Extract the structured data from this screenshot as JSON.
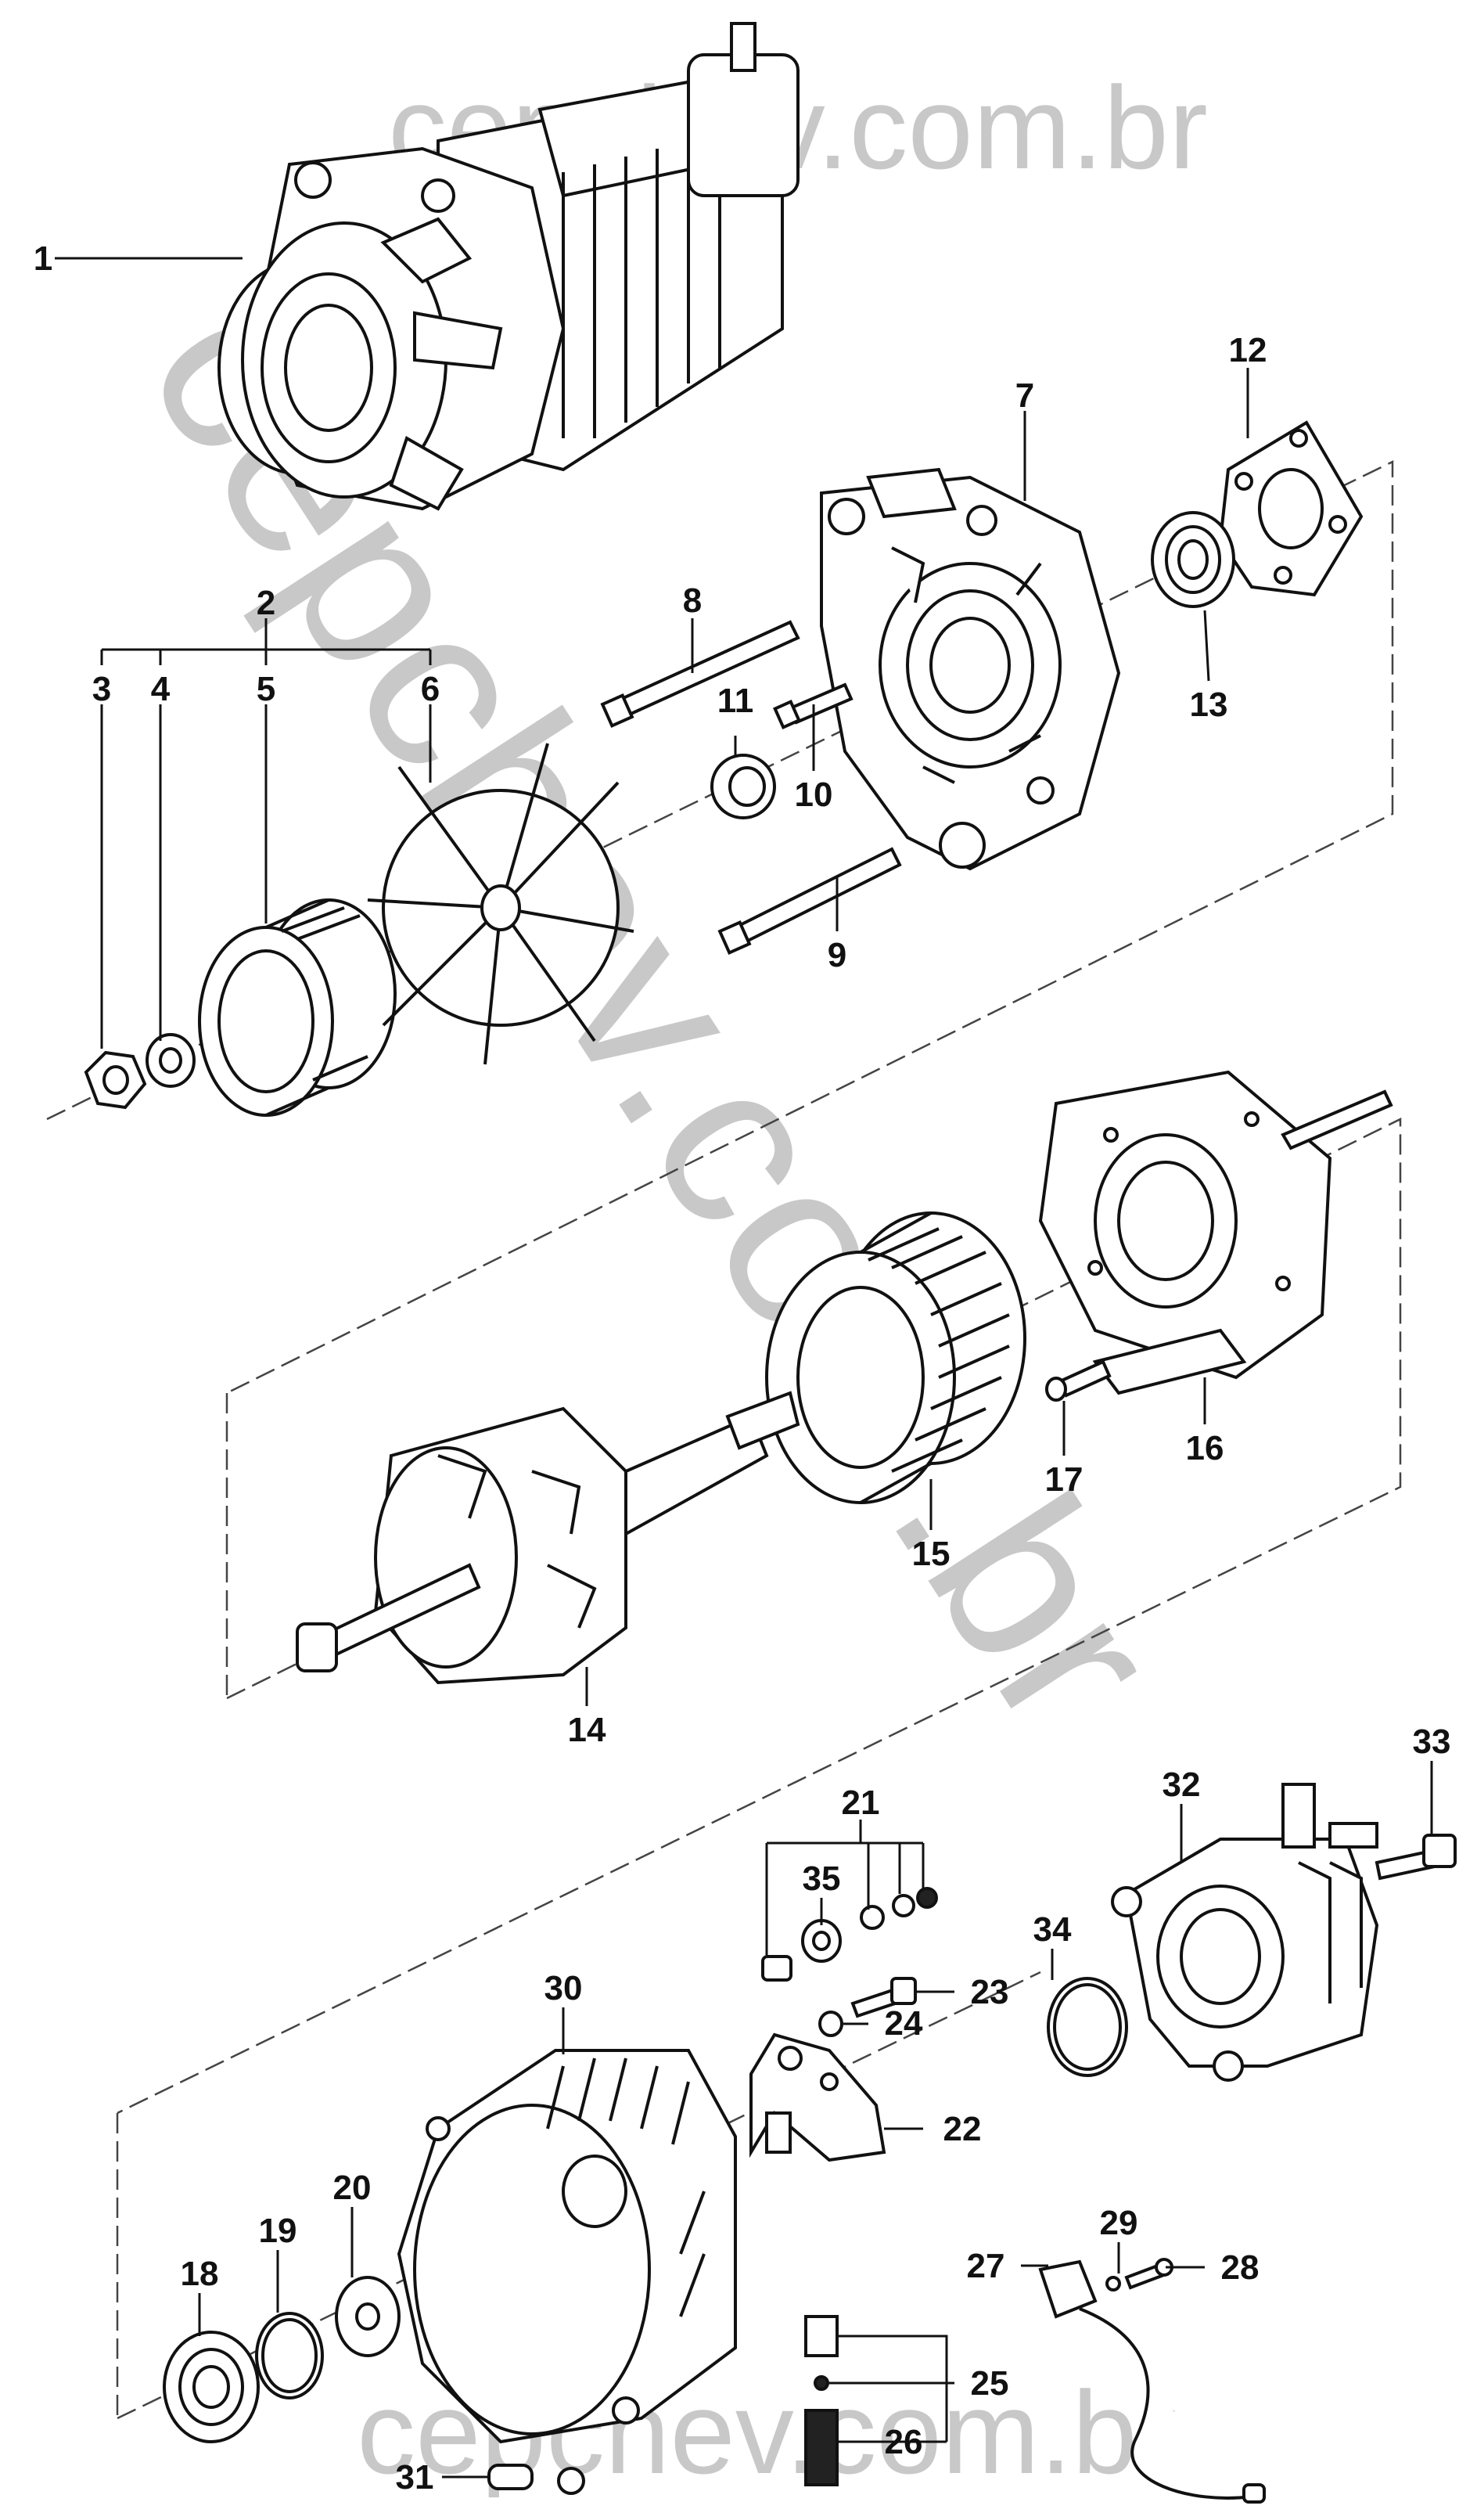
{
  "watermark": {
    "top": "cepchev.com.br",
    "diagonal": "cepchev.com.br",
    "bottom": "cepchev.com.br"
  },
  "part_numbers": {
    "p1": "1",
    "p2": "2",
    "p3": "3",
    "p4": "4",
    "p5": "5",
    "p6": "6",
    "p7": "7",
    "p8": "8",
    "p9": "9",
    "p10": "10",
    "p11": "11",
    "p12": "12",
    "p13": "13",
    "p14": "14",
    "p15": "15",
    "p16": "16",
    "p17": "17",
    "p18": "18",
    "p19": "19",
    "p20": "20",
    "p21": "21",
    "p22": "22",
    "p23": "23",
    "p24": "24",
    "p25": "25",
    "p26": "26",
    "p27": "27",
    "p28": "28",
    "p29": "29",
    "p30": "30",
    "p31": "31",
    "p32": "32",
    "p33": "33",
    "p34": "34",
    "p35": "35"
  }
}
